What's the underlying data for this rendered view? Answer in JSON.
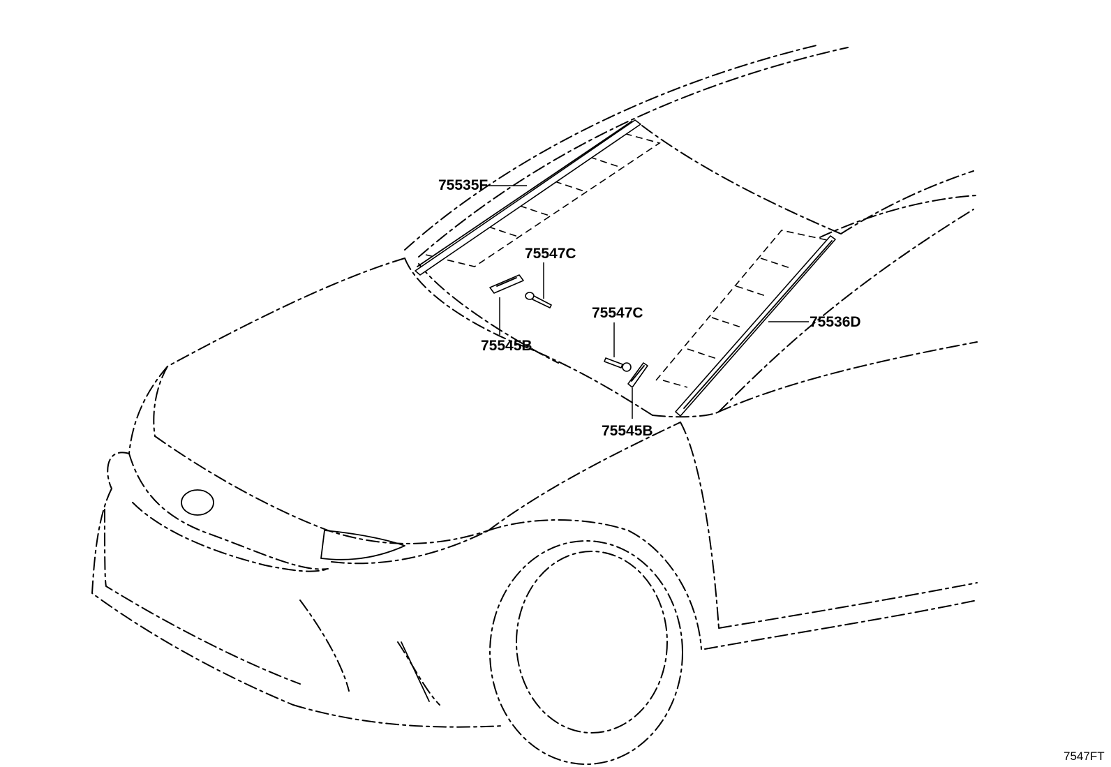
{
  "diagram": {
    "parts": [
      {
        "number": "75535F"
      },
      {
        "number": "75547C"
      },
      {
        "number": "75545B"
      },
      {
        "number": "75547C"
      },
      {
        "number": "75545B"
      },
      {
        "number": "75536D"
      }
    ],
    "figure_code": "7547FT"
  }
}
